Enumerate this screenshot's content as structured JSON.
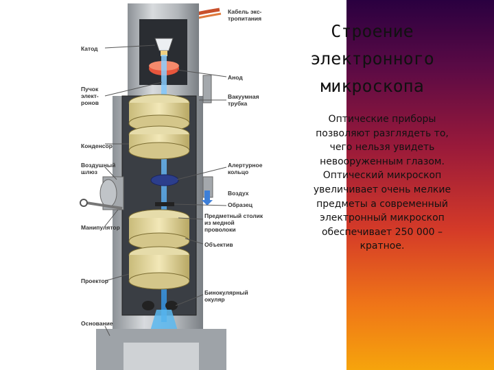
{
  "title": "Строение\nэлектронного\nмикроскопа",
  "description": "Оптические приборы\nпозволяют разглядеть то,\nчего нельзя увидеть\nневооруженным глазом.\nОптический микроскоп\nувеличивает очень мелкие\nпредметы а современный\nэлектронный микроскоп\nобеспечивает 250 000 –\nкратное.",
  "labels": {
    "cable": "Кабель экс-\nтропитания",
    "cathode": "Катод",
    "anode": "Анод",
    "beam": "Пучок\nэлект-\nронов",
    "vacuum_tube": "Вакуумная\nтрубка",
    "condenser": "Конденсор",
    "airlock": "Воздушный\nшлюз",
    "aperture_ring": "Алертурное\nкольцо",
    "air": "Воздух",
    "specimen": "Образец",
    "stage": "Предметный столик\nиз медной\nпроволоки",
    "manipulator": "Манипулятор",
    "objective": "Объектив",
    "projector": "Проектор",
    "binocular": "Бинокулярный\nокуляр",
    "base": "Основание"
  },
  "colors": {
    "gradient_top": "#2a0040",
    "gradient_bottom": "#f6a40c",
    "beam": "#3fa9f5",
    "body": "#b8bcc0"
  }
}
